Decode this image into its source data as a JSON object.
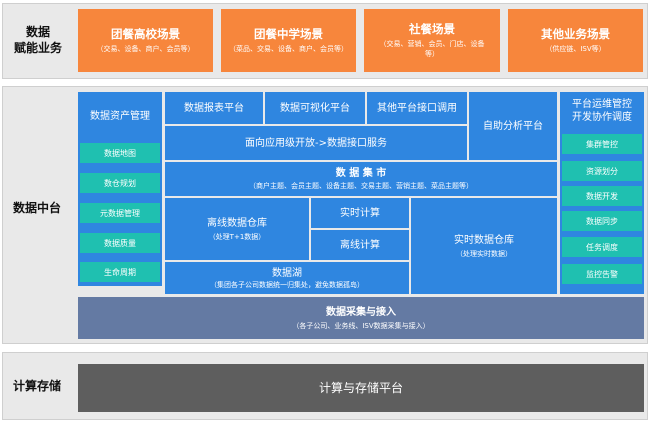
{
  "business": {
    "label": "数据\n赋能业务",
    "boxes": [
      {
        "title": "团餐高校场景",
        "sub": "（交易、设备、商户、会员等）"
      },
      {
        "title": "团餐中学场景",
        "sub": "（菜品、交易、设备、商户、会员等）"
      },
      {
        "title": "社餐场景",
        "sub": "（交易、营销、会员、门店、设备等）"
      },
      {
        "title": "其他业务场景",
        "sub": "（供应链、ISV等）"
      }
    ]
  },
  "platform": {
    "label": "数据中台",
    "asset_mgmt": "数据资产管理",
    "asset_items": [
      "数据地图",
      "数仓规划",
      "元数据管理",
      "数据质量",
      "生命周期"
    ],
    "report": "数据报表平台",
    "visual": "数据可视化平台",
    "other_api": "其他平台接口调用",
    "self_analysis": "自助分析平台",
    "api_service": "面向应用级开放->数据接口服务",
    "mart_title": "数 据 集 市",
    "mart_sub": "（商户主题、会员主题、设备主题、交易主题、营销主题、菜品主题等）",
    "offline_dw": "离线数据仓库",
    "offline_dw_sub": "（处理T+1数据）",
    "realtime_calc": "实时计算",
    "offline_calc": "离线计算",
    "realtime_dw": "实时数据仓库",
    "realtime_dw_sub": "（处理实时数据）",
    "lake": "数据湖",
    "lake_sub": "（集团各子公司数据统一归集处，避免数据孤岛）",
    "ops_title": "平台运维管控\n开发协作调度",
    "ops_items": [
      "集群管控",
      "资源划分",
      "数据开发",
      "数据同步",
      "任务调度",
      "监控告警"
    ],
    "ingest": "数据采集与接入",
    "ingest_sub": "（各子公司、业务线、ISV数据采集与接入）"
  },
  "compute": {
    "label": "计算存储",
    "platform": "计算与存储平台"
  },
  "colors": {
    "orange": "#f7863c",
    "blue": "#2f86e0",
    "teal": "#1fc0b0",
    "slate": "#647aa3",
    "dark": "#5e5e5e",
    "band": "#e9e9e9"
  }
}
